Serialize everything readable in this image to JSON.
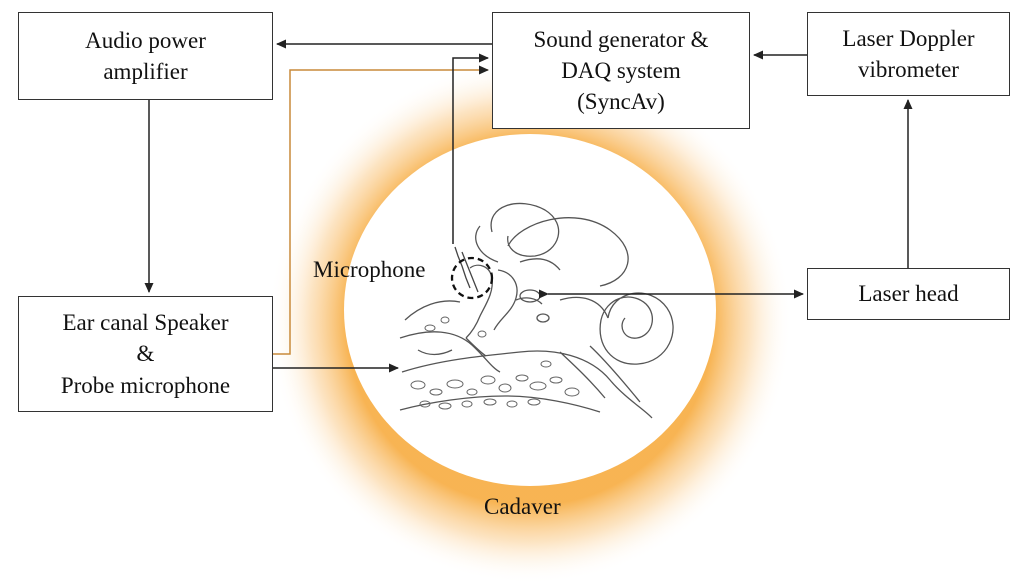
{
  "boxes": {
    "audio_amp": {
      "line1": "Audio power",
      "line2": "amplifier"
    },
    "sound_gen": {
      "line1": "Sound generator &",
      "line2": "DAQ system",
      "line3": "(SyncAv)"
    },
    "ldv": {
      "line1": "Laser Doppler",
      "line2": "vibrometer"
    },
    "ear_canal": {
      "line1": "Ear canal Speaker",
      "line2": "&",
      "line3": "Probe microphone"
    },
    "laser_head": {
      "line1": "Laser head"
    }
  },
  "labels": {
    "microphone": "Microphone",
    "cadaver": "Cadaver"
  },
  "colors": {
    "glow": "#f7b04a",
    "line": "#222222",
    "signal_line": "#c98a3a"
  }
}
